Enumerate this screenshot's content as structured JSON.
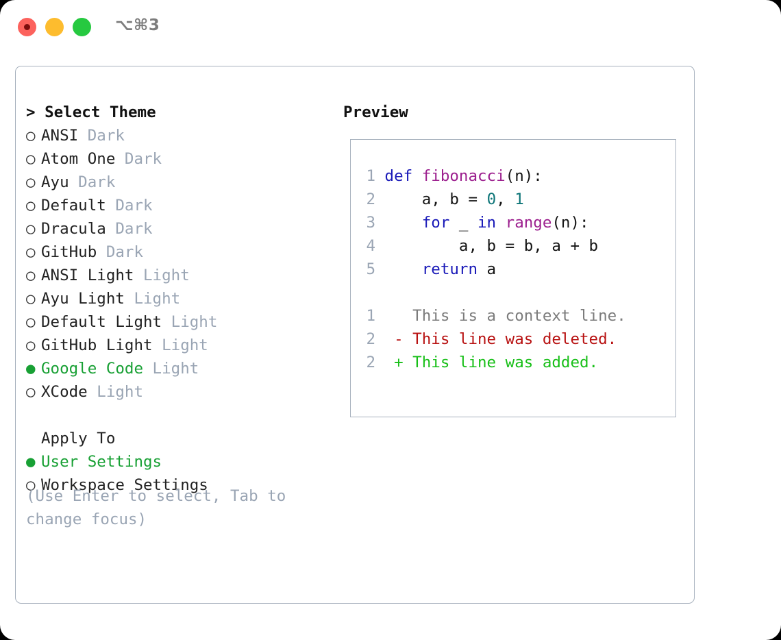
{
  "window": {
    "shortcut": "⌥⌘3",
    "traffic_lights": [
      {
        "name": "close",
        "color": "#fc625d"
      },
      {
        "name": "minimize",
        "color": "#fdbc2e"
      },
      {
        "name": "maximize",
        "color": "#26c940"
      }
    ]
  },
  "left": {
    "heading": "Select Theme",
    "caret": ">",
    "marker_unselected": "○",
    "marker_selected": "●",
    "themes": [
      {
        "name": "ANSI",
        "tag": "Dark",
        "selected": false
      },
      {
        "name": "Atom One",
        "tag": "Dark",
        "selected": false
      },
      {
        "name": "Ayu",
        "tag": "Dark",
        "selected": false
      },
      {
        "name": "Default",
        "tag": "Dark",
        "selected": false
      },
      {
        "name": "Dracula",
        "tag": "Dark",
        "selected": false
      },
      {
        "name": "GitHub",
        "tag": "Dark",
        "selected": false
      },
      {
        "name": "ANSI Light",
        "tag": "Light",
        "selected": false
      },
      {
        "name": "Ayu Light",
        "tag": "Light",
        "selected": false
      },
      {
        "name": "Default Light",
        "tag": "Light",
        "selected": false
      },
      {
        "name": "GitHub Light",
        "tag": "Light",
        "selected": false
      },
      {
        "name": "Google Code",
        "tag": "Light",
        "selected": true
      },
      {
        "name": "XCode",
        "tag": "Light",
        "selected": false
      }
    ],
    "apply_to": {
      "label": "Apply To",
      "options": [
        {
          "name": "User Settings",
          "selected": true
        },
        {
          "name": "Workspace Settings",
          "selected": false
        }
      ]
    },
    "hint_line1": "(Use Enter to select, Tab to",
    "hint_line2": "change focus)"
  },
  "right": {
    "preview_title": "Preview",
    "code": {
      "lines": [
        {
          "gutter": "1",
          "tokens": [
            {
              "t": "def ",
              "c": "kw"
            },
            {
              "t": "fibonacci",
              "c": "fn"
            },
            {
              "t": "(n):",
              "c": "pl"
            }
          ]
        },
        {
          "gutter": "2",
          "tokens": [
            {
              "t": "    a, b = ",
              "c": "pl"
            },
            {
              "t": "0",
              "c": "num"
            },
            {
              "t": ", ",
              "c": "pl"
            },
            {
              "t": "1",
              "c": "num"
            }
          ]
        },
        {
          "gutter": "3",
          "tokens": [
            {
              "t": "    ",
              "c": "pl"
            },
            {
              "t": "for",
              "c": "kw"
            },
            {
              "t": " _ ",
              "c": "pl"
            },
            {
              "t": "in",
              "c": "kw"
            },
            {
              "t": " ",
              "c": "pl"
            },
            {
              "t": "range",
              "c": "fn"
            },
            {
              "t": "(n):",
              "c": "pl"
            }
          ]
        },
        {
          "gutter": "4",
          "tokens": [
            {
              "t": "        a, b = b, a + b",
              "c": "pl"
            }
          ]
        },
        {
          "gutter": "5",
          "tokens": [
            {
              "t": "    ",
              "c": "pl"
            },
            {
              "t": "return",
              "c": "kw"
            },
            {
              "t": " a",
              "c": "pl"
            }
          ]
        }
      ]
    },
    "diff": {
      "lines": [
        {
          "gutter": "1",
          "marker": " ",
          "text": " This is a context line.",
          "kind": "ctx"
        },
        {
          "gutter": "2",
          "marker": "-",
          "text": " This line was deleted.",
          "kind": "del"
        },
        {
          "gutter": "2",
          "marker": "+",
          "text": " This line was added.",
          "kind": "add"
        }
      ]
    }
  },
  "colors": {
    "accent_green": "#18a034",
    "muted": "#9aa5b4",
    "border": "#a6b0bd",
    "keyword": "#1a1ab8",
    "function": "#9c1f8e",
    "number": "#0d7578",
    "plain": "#141414",
    "diff_context": "#7c7c7c",
    "diff_deleted": "#b81212",
    "diff_added": "#17bf17"
  }
}
